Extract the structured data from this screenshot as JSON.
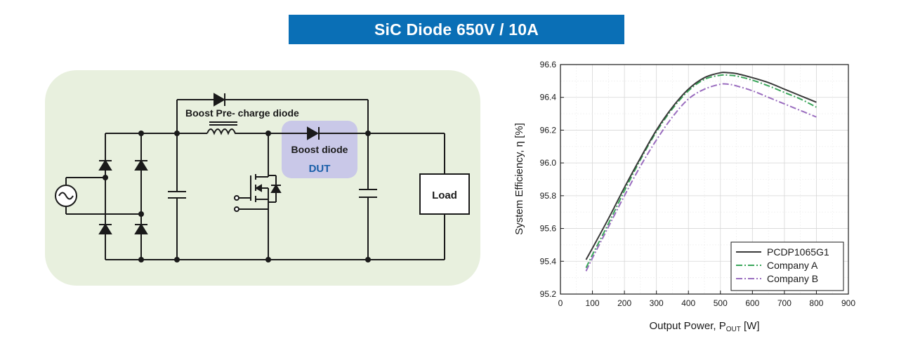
{
  "banner": {
    "title": "SiC Diode 650V / 10A"
  },
  "circuit": {
    "precharge_label": "Boost Pre- charge diode",
    "boost_label": "Boost diode",
    "dut_label": "DUT",
    "load_label": "Load",
    "colors": {
      "panel": "#e8f0de",
      "dut_box": "#c9c8e8",
      "dut_text": "#1a5fa8",
      "wire": "#1a1a1a"
    },
    "icons": [
      "ac-source-icon",
      "diode-icon",
      "inductor-icon",
      "capacitor-icon",
      "mosfet-icon"
    ]
  },
  "chart_data": {
    "type": "line",
    "xlabel_main": "Output Power, P",
    "xlabel_sub": "OUT",
    "xlabel_unit": " [W]",
    "ylabel": "System Efficiency, η [%]",
    "xlim": [
      0,
      900
    ],
    "ylim": [
      95.2,
      96.6
    ],
    "xticks": [
      0,
      100,
      200,
      300,
      400,
      500,
      600,
      700,
      800,
      900
    ],
    "yticks": [
      95.2,
      95.4,
      95.6,
      95.8,
      96.0,
      96.2,
      96.4,
      96.6
    ],
    "ytick_labels": [
      "95.2",
      "95.4",
      "95.6",
      "95.8",
      "96.0",
      "96.2",
      "96.4",
      "96.6"
    ],
    "grid": true,
    "legend_position": "bottom-right",
    "series": [
      {
        "name": "PCDP1065G1",
        "color": "#3a3a3a",
        "dash": "solid",
        "x": [
          80,
          100,
          150,
          200,
          250,
          300,
          350,
          400,
          450,
          500,
          525,
          550,
          600,
          650,
          700,
          750,
          800
        ],
        "y": [
          95.41,
          95.48,
          95.66,
          95.85,
          96.03,
          96.2,
          96.34,
          96.45,
          96.52,
          96.55,
          96.55,
          96.545,
          96.52,
          96.49,
          96.45,
          96.41,
          96.37
        ]
      },
      {
        "name": "Company A",
        "color": "#3aa65a",
        "dash": "dashdot",
        "x": [
          80,
          100,
          150,
          200,
          250,
          300,
          350,
          400,
          450,
          500,
          525,
          550,
          600,
          650,
          700,
          750,
          800
        ],
        "y": [
          95.36,
          95.44,
          95.63,
          95.83,
          96.02,
          96.19,
          96.33,
          96.44,
          96.51,
          96.535,
          96.535,
          96.53,
          96.505,
          96.47,
          96.43,
          96.39,
          96.34
        ]
      },
      {
        "name": "Company B",
        "color": "#9a6dbf",
        "dash": "dashdot",
        "x": [
          80,
          100,
          150,
          200,
          250,
          300,
          350,
          400,
          450,
          500,
          525,
          550,
          600,
          650,
          700,
          750,
          800
        ],
        "y": [
          95.34,
          95.42,
          95.61,
          95.8,
          95.98,
          96.14,
          96.28,
          96.39,
          96.45,
          96.48,
          96.48,
          96.47,
          96.44,
          96.4,
          96.36,
          96.32,
          96.28
        ]
      }
    ]
  }
}
